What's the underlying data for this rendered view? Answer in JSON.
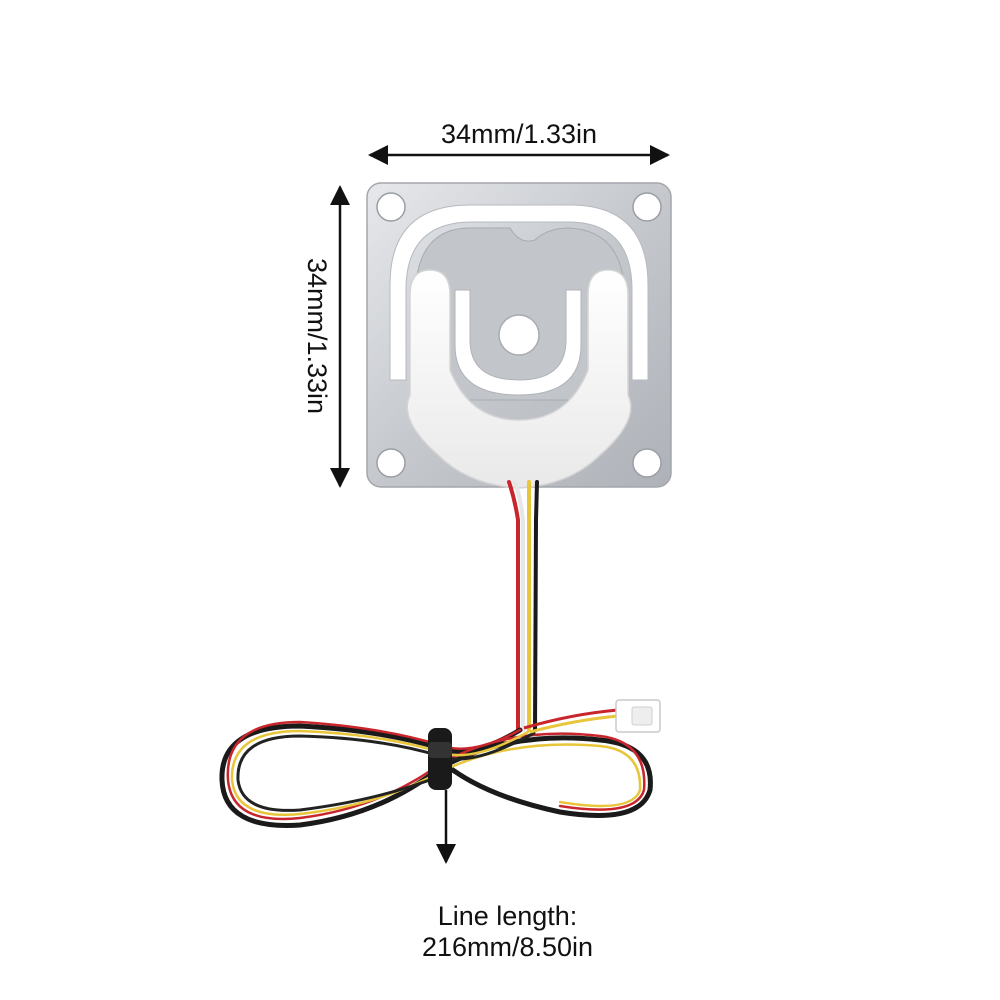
{
  "dimensions": {
    "width_label": "34mm/1.33in",
    "height_label": "34mm/1.33in"
  },
  "cable": {
    "label_prefix": "Line length:",
    "label_value": "216mm/8.50in"
  },
  "colors": {
    "plate": "#c9cbcf",
    "plate_edge": "#9a9da3",
    "cover": "#f7f7f7",
    "wire_red": "#c8262c",
    "wire_black": "#1a1a1a",
    "wire_yellow": "#e8c53a",
    "wire_white": "#f4f4f4",
    "arrow": "#111111"
  }
}
